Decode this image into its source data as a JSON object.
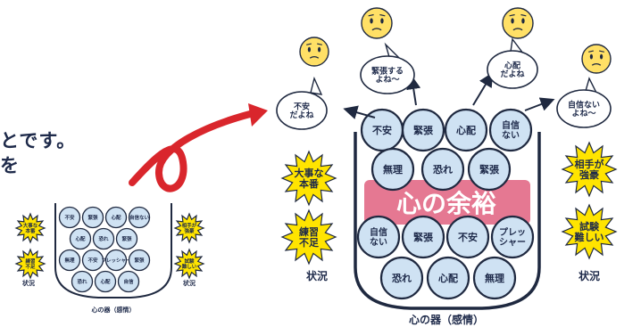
{
  "left_text": {
    "line1": "とです。",
    "line2": "を"
  },
  "center_label": "心の余裕",
  "container_caption": "心の器（感情）",
  "small_container_caption": "心の器（感情）",
  "situation_label_left": "状況",
  "situation_label_right": "状況",
  "small_situation_left": "状況",
  "small_situation_right": "状況",
  "bursts": {
    "left_top": [
      "大事な",
      "本番"
    ],
    "left_bottom": [
      "練習",
      "不足"
    ],
    "right_top": [
      "相手が",
      "強豪"
    ],
    "right_bottom": [
      "試験",
      "難しい"
    ]
  },
  "small_bursts": {
    "left_top": [
      "大事な",
      "本番"
    ],
    "left_bottom": [
      "練習",
      "不足"
    ],
    "right_top": [
      "相手が",
      "強豪"
    ],
    "right_bottom": [
      "試験",
      "難しい"
    ]
  },
  "balls": {
    "top": [
      [
        "不安"
      ],
      [
        "緊張"
      ],
      [
        "心配"
      ],
      [
        "自信",
        "ない"
      ]
    ],
    "mid": [
      [
        "無理"
      ],
      [
        "恐れ"
      ],
      [
        "緊張"
      ]
    ],
    "low": [
      [
        "自信",
        "ない"
      ],
      [
        "緊張"
      ],
      [
        "不安"
      ],
      [
        "プレッ",
        "シャー"
      ]
    ],
    "bottom": [
      [
        "恐れ"
      ],
      [
        "心配"
      ],
      [
        "無理"
      ]
    ]
  },
  "small_balls": {
    "r1": [
      "不安",
      "緊張",
      "心配",
      "自信ない"
    ],
    "r2": [
      "心配",
      "恐れ",
      "緊張"
    ],
    "r3": [
      "無理",
      "不安",
      "プレッシャー",
      "緊張"
    ],
    "r4": [
      "恐れ",
      "心配",
      "自信"
    ]
  },
  "bubbles": {
    "b1": [
      "不安",
      "だよね"
    ],
    "b2": [
      "緊張する",
      "よね〜"
    ],
    "b3": [
      "心配",
      "だよね"
    ],
    "b4": [
      "自信ない",
      "よね〜"
    ]
  },
  "colors": {
    "ball_fill": "#cfe2f3",
    "ball_stroke": "#1f2940",
    "band_fill": "#e0607f",
    "burst_fill": "#ffe400",
    "face_fill": "#ffe066",
    "arrow": "#d9262c",
    "text": "#1e2a4a"
  }
}
